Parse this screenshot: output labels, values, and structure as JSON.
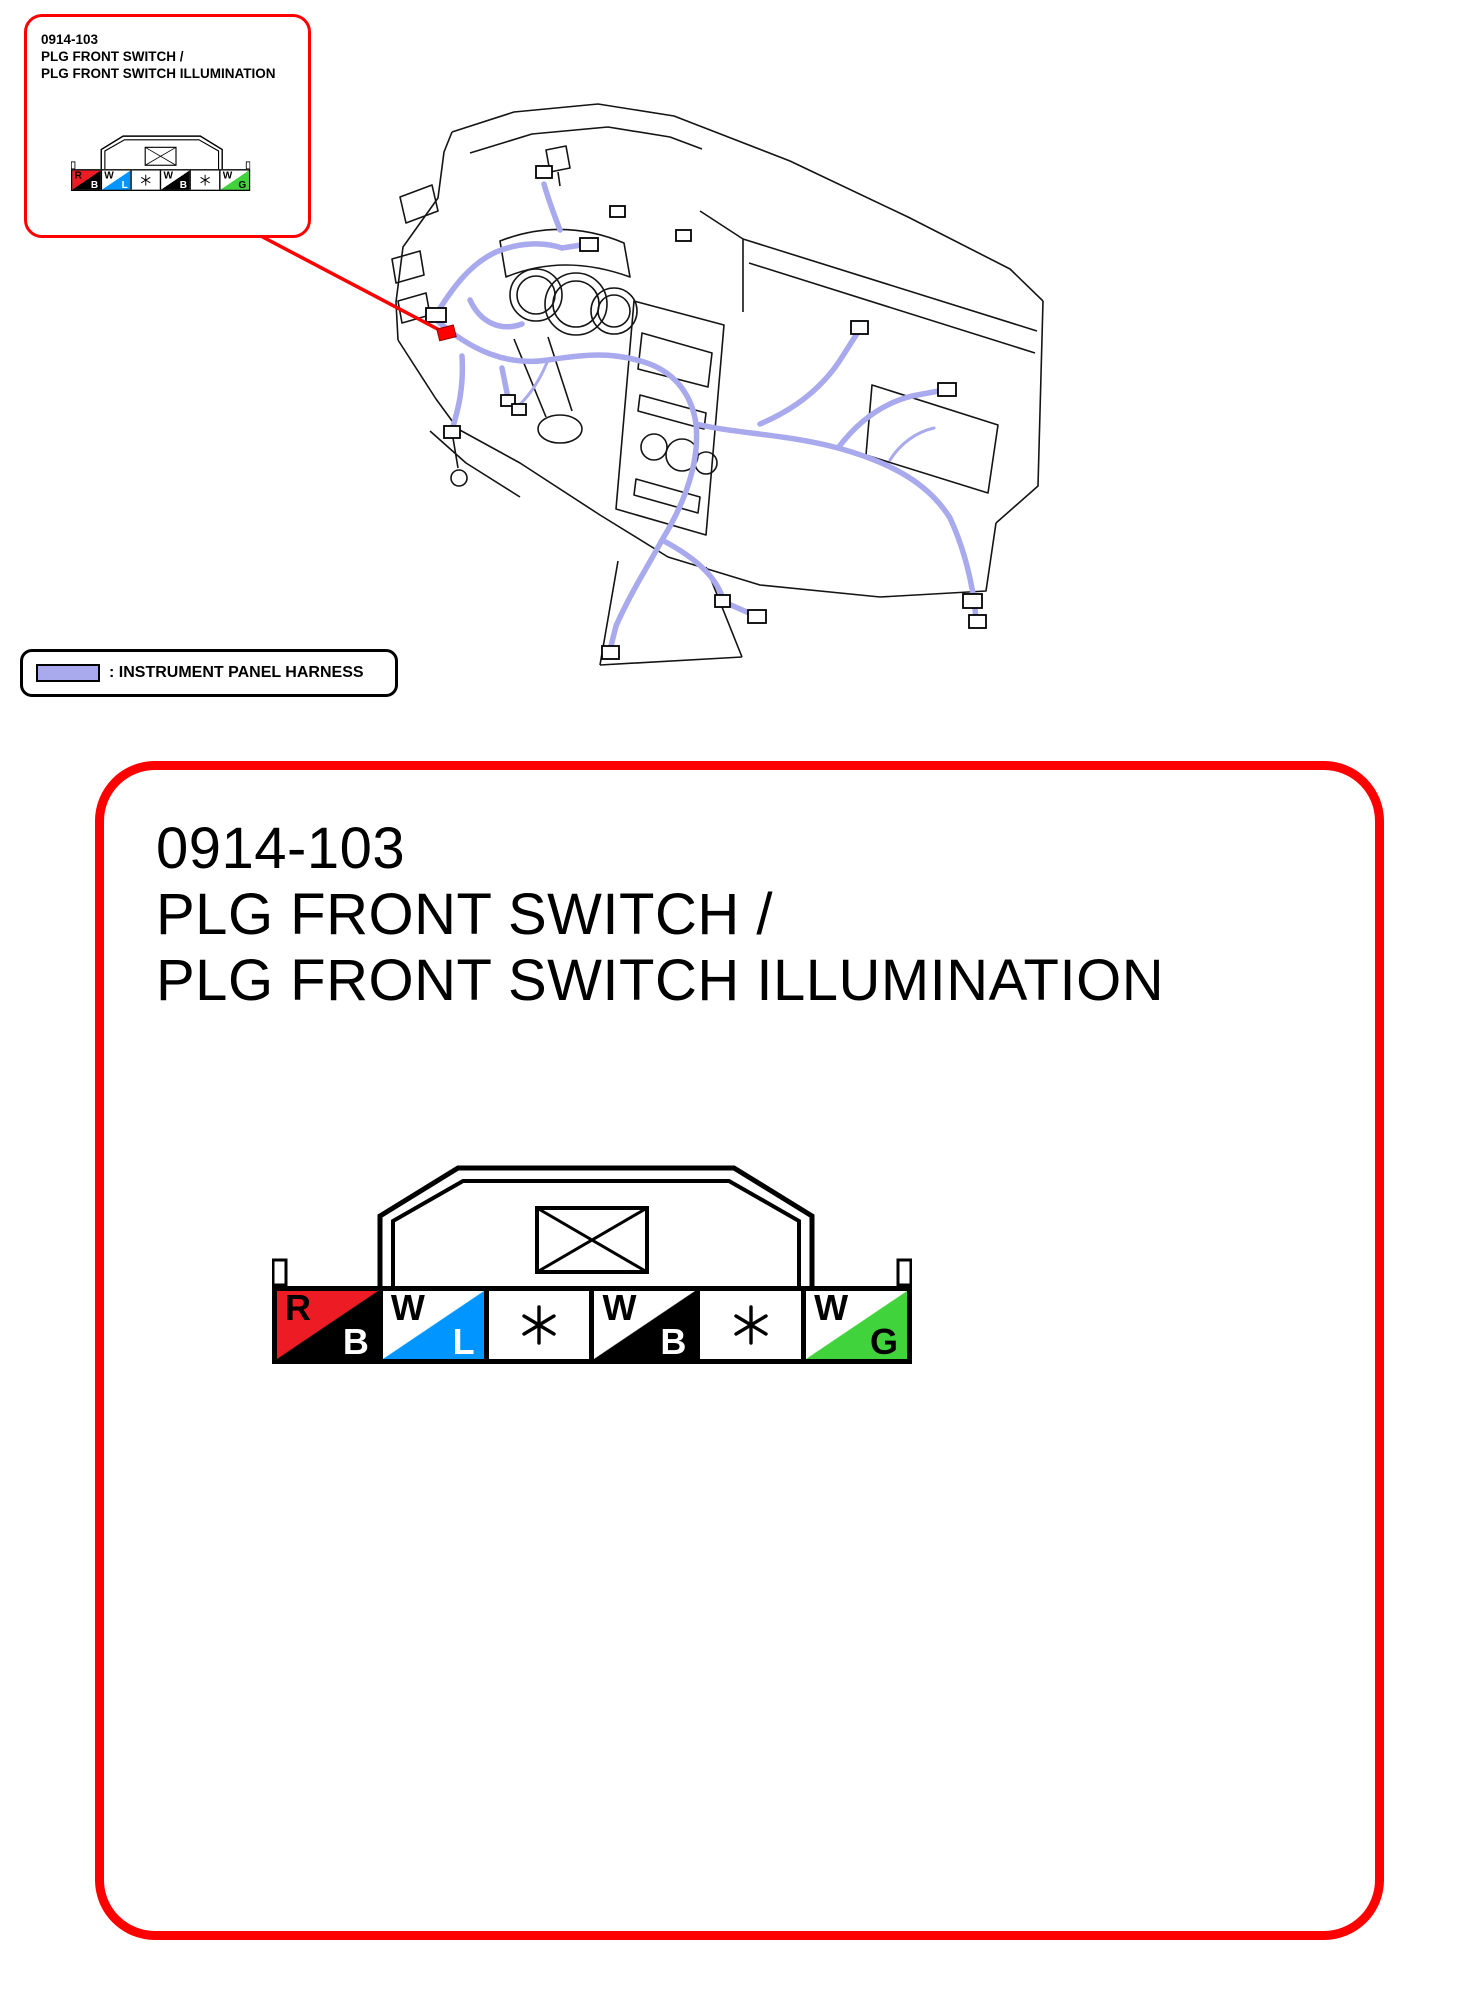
{
  "colors": {
    "accent_red": "#ff0000",
    "harness_purple": "#a9a9ee",
    "wire_red": "#ed1c24",
    "wire_black": "#000000",
    "wire_white": "#ffffff",
    "wire_blue": "#0095ff",
    "wire_green": "#41d33c"
  },
  "callout": {
    "code": "0914-103",
    "title_line1": "PLG FRONT SWITCH /",
    "title_line2": "PLG FRONT SWITCH ILLUMINATION"
  },
  "legend": {
    "label": ": INSTRUMENT PANEL HARNESS"
  },
  "detail": {
    "code": "0914-103",
    "title_line1": "PLG FRONT SWITCH /",
    "title_line2": "PLG FRONT SWITCH ILLUMINATION"
  },
  "connector": {
    "terminals": [
      {
        "type": "split",
        "top": "R",
        "bottom": "B",
        "top_color": "#ed1c24",
        "bottom_color": "#000000",
        "top_text": "#000000",
        "bottom_text": "#ffffff"
      },
      {
        "type": "split",
        "top": "W",
        "bottom": "L",
        "top_color": "#ffffff",
        "bottom_color": "#0095ff",
        "top_text": "#000000",
        "bottom_text": "#ffffff"
      },
      {
        "type": "symbol",
        "symbol": "*"
      },
      {
        "type": "split",
        "top": "W",
        "bottom": "B",
        "top_color": "#ffffff",
        "bottom_color": "#000000",
        "top_text": "#000000",
        "bottom_text": "#ffffff"
      },
      {
        "type": "symbol",
        "symbol": "*"
      },
      {
        "type": "split",
        "top": "W",
        "bottom": "G",
        "top_color": "#ffffff",
        "bottom_color": "#41d33c",
        "top_text": "#000000",
        "bottom_text": "#000000"
      }
    ]
  }
}
